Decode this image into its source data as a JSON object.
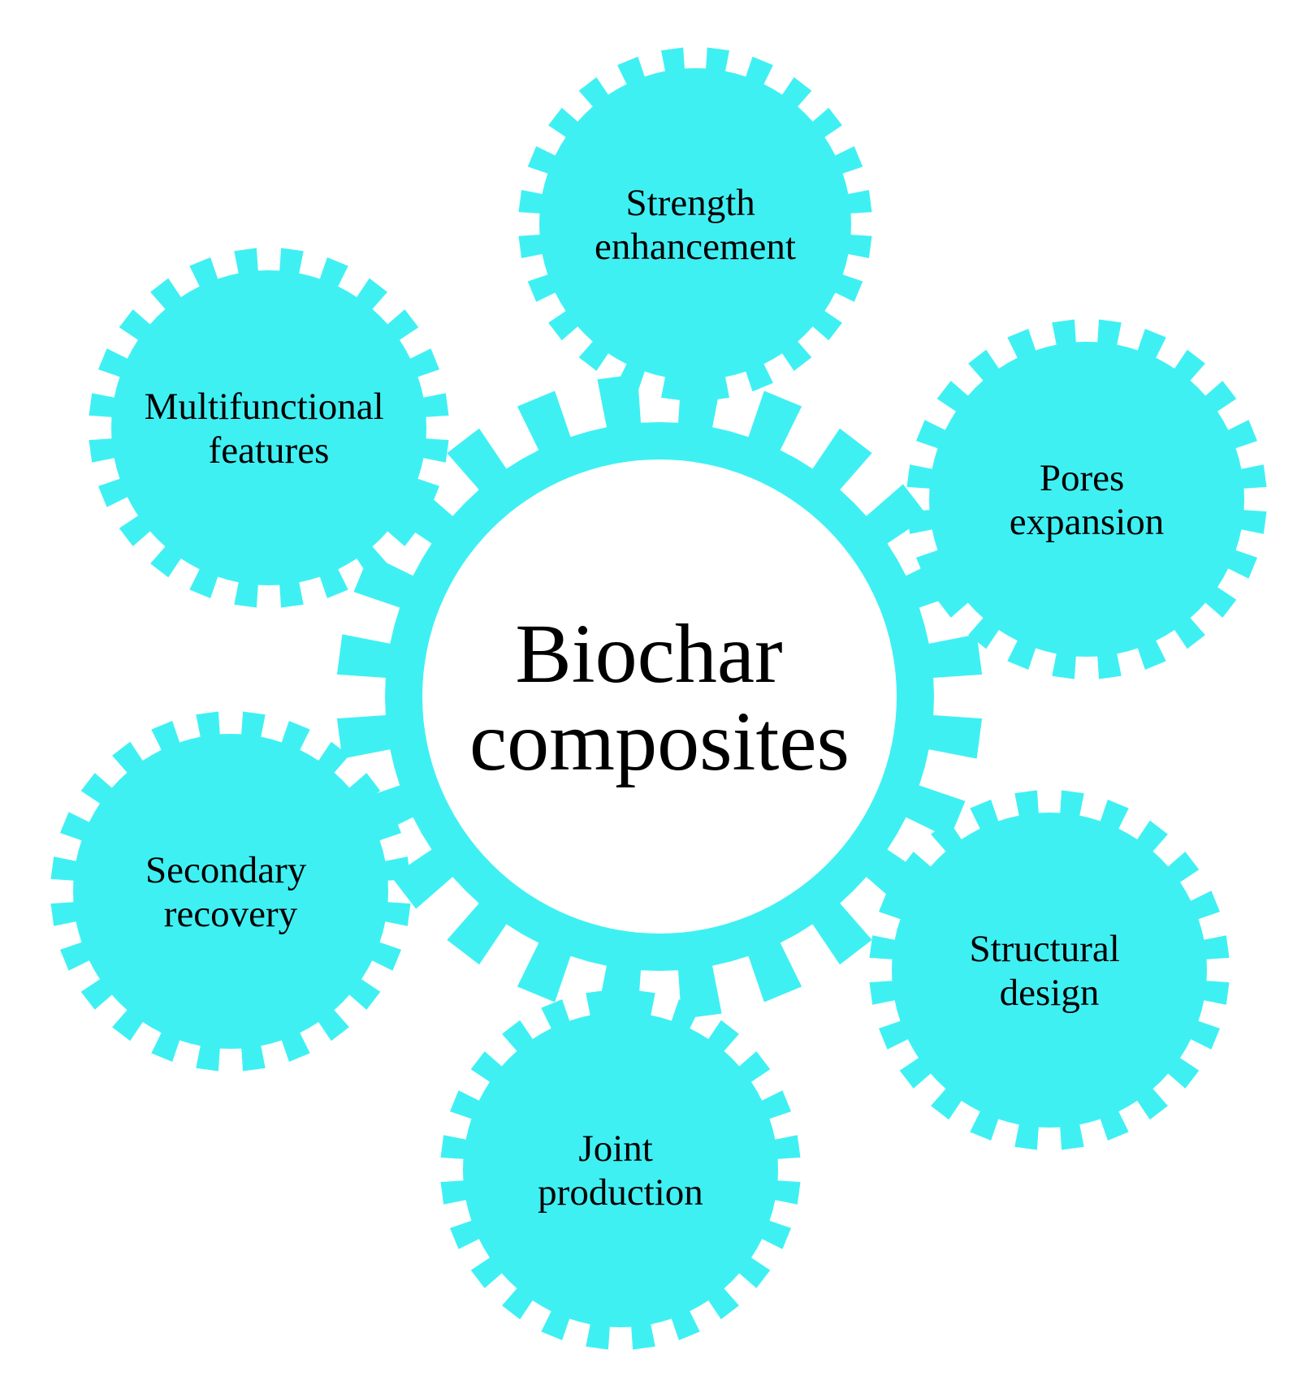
{
  "colors": {
    "gear": "#3ff0f3",
    "center_fill": "#ffffff",
    "text": "#000000",
    "background": "#ffffff"
  },
  "center": {
    "lines": [
      "Biochar",
      "composites"
    ]
  },
  "satellites": [
    {
      "id": "strength",
      "lines": [
        "Strength",
        "enhancement"
      ]
    },
    {
      "id": "pores",
      "lines": [
        "Pores",
        "expansion"
      ]
    },
    {
      "id": "structural",
      "lines": [
        "Structural",
        "design"
      ]
    },
    {
      "id": "joint",
      "lines": [
        "Joint",
        "production"
      ]
    },
    {
      "id": "secondary",
      "lines": [
        "Secondary",
        "recovery"
      ]
    },
    {
      "id": "multifunctional",
      "lines": [
        "Multifunctional",
        "features"
      ]
    }
  ]
}
